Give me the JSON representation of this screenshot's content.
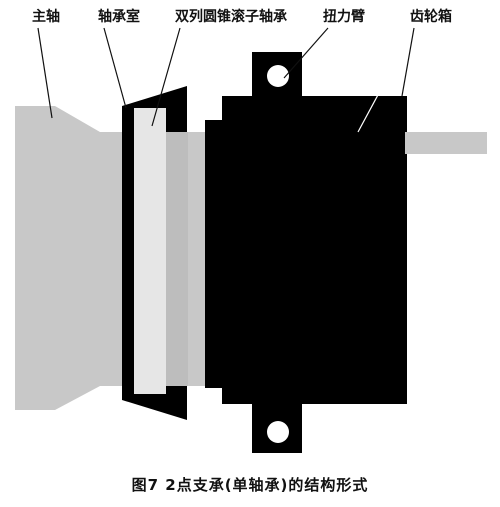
{
  "labels": {
    "main_shaft": "主轴",
    "bearing_housing": "轴承室",
    "double_row_bearing": "双列圆锥滚子轴承",
    "torque_arm": "扭力臂",
    "gearbox": "齿轮箱"
  },
  "caption": "图7  2点支承(单轴承)的结构形式",
  "colors": {
    "shaft": "#c8c8c8",
    "bearing": "#e6e6e6",
    "housing": "#000000",
    "gearbox": "#000000",
    "output_shaft": "#c8c8c8"
  }
}
